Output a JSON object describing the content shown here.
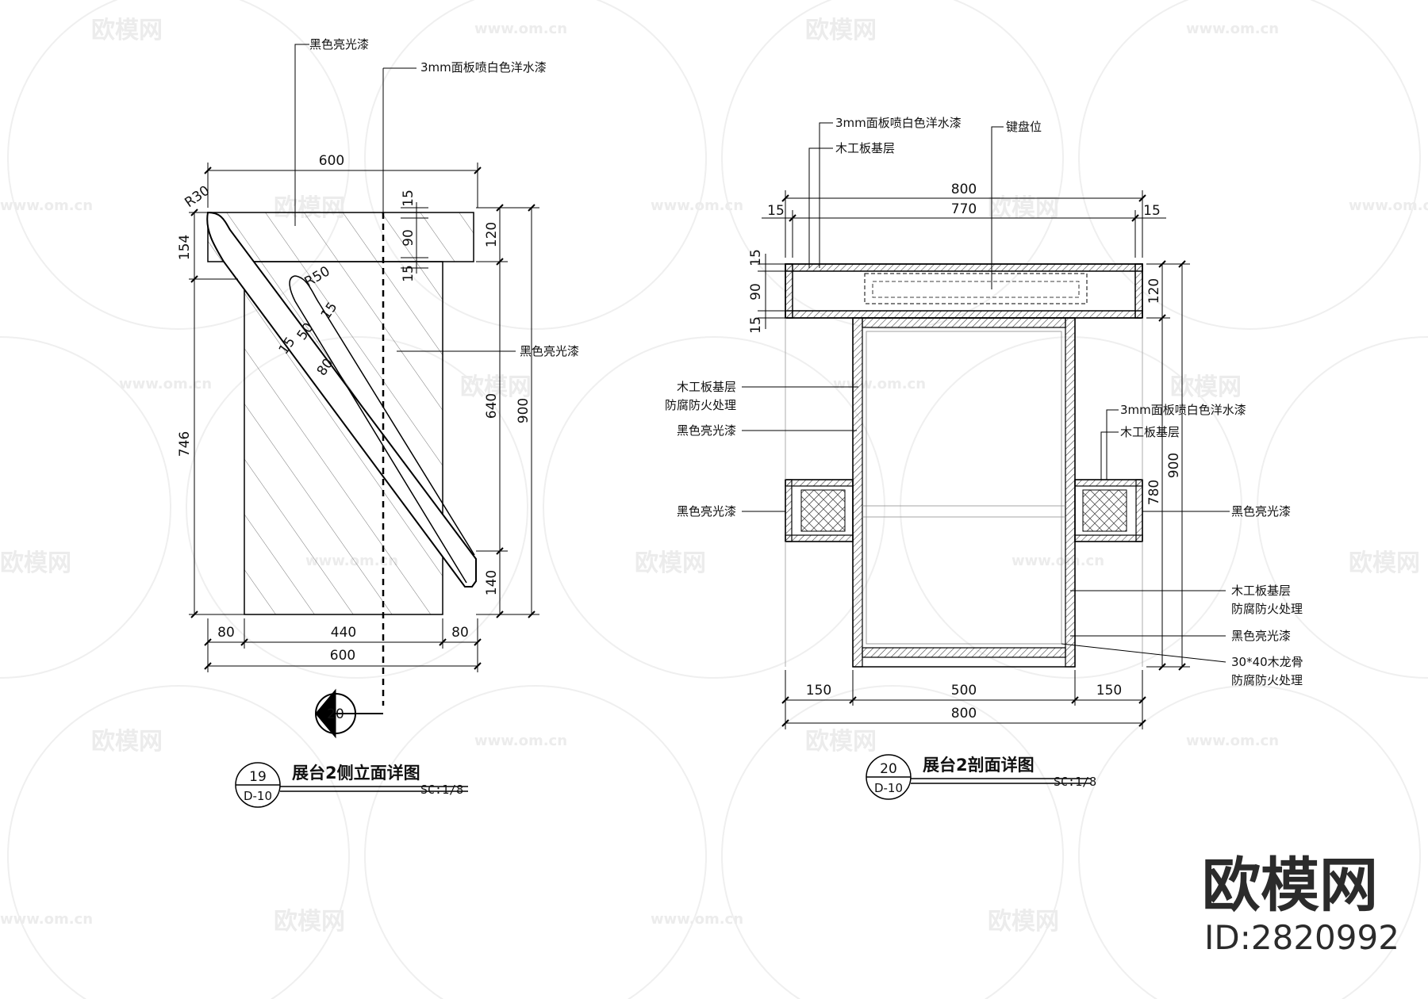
{
  "watermark": {
    "brand": "欧模网",
    "url": "www.om.cn",
    "id_text": "ID:2820992"
  },
  "side_elevation": {
    "title": "展台2侧立面详图",
    "ref_number": "19",
    "ref_sheet": "D-10",
    "scale": "SC:1/8",
    "section_marker": "20",
    "labels": {
      "top_finish": "黑色亮光漆",
      "panel_paint": "3mm面板喷白色洋水漆",
      "side_finish": "黑色亮光漆"
    },
    "dims": {
      "top_width": "600",
      "r30": "R30",
      "r50": "R50",
      "d154": "154",
      "d746": "746",
      "d15a": "15",
      "d90": "90",
      "d15b": "15",
      "d120": "120",
      "d640": "640",
      "d900": "900",
      "d140": "140",
      "d15c": "15",
      "d50": "50",
      "d15d": "15",
      "d80": "80",
      "b80l": "80",
      "b440": "440",
      "b80r": "80",
      "b600": "600"
    }
  },
  "section": {
    "title": "展台2剖面详图",
    "ref_number": "20",
    "ref_sheet": "D-10",
    "scale": "SC:1/8",
    "labels": {
      "panel_paint_top": "3mm面板喷白色洋水漆",
      "wood_base_top": "木工板基层",
      "keyboard": "键盘位",
      "wood_base_left_1": "木工板基层",
      "wood_base_left_2": "防腐防火处理",
      "black_left": "黑色亮光漆",
      "black_left_shelf": "黑色亮光漆",
      "panel_paint_right": "3mm面板喷白色洋水漆",
      "wood_base_right": "木工板基层",
      "black_right_shelf": "黑色亮光漆",
      "wood_base_right_low_1": "木工板基层",
      "wood_base_right_low_2": "防腐防火处理",
      "black_right_low": "黑色亮光漆",
      "keel_1": "30*40木龙骨",
      "keel_2": "防腐防火处理"
    },
    "dims": {
      "top800": "800",
      "top770": "770",
      "top15l": "15",
      "top15r": "15",
      "l15a": "15",
      "l90": "90",
      "l15b": "15",
      "r120": "120",
      "r780": "780",
      "r900": "900",
      "b150l": "150",
      "b500": "500",
      "b150r": "150",
      "b800": "800"
    }
  }
}
